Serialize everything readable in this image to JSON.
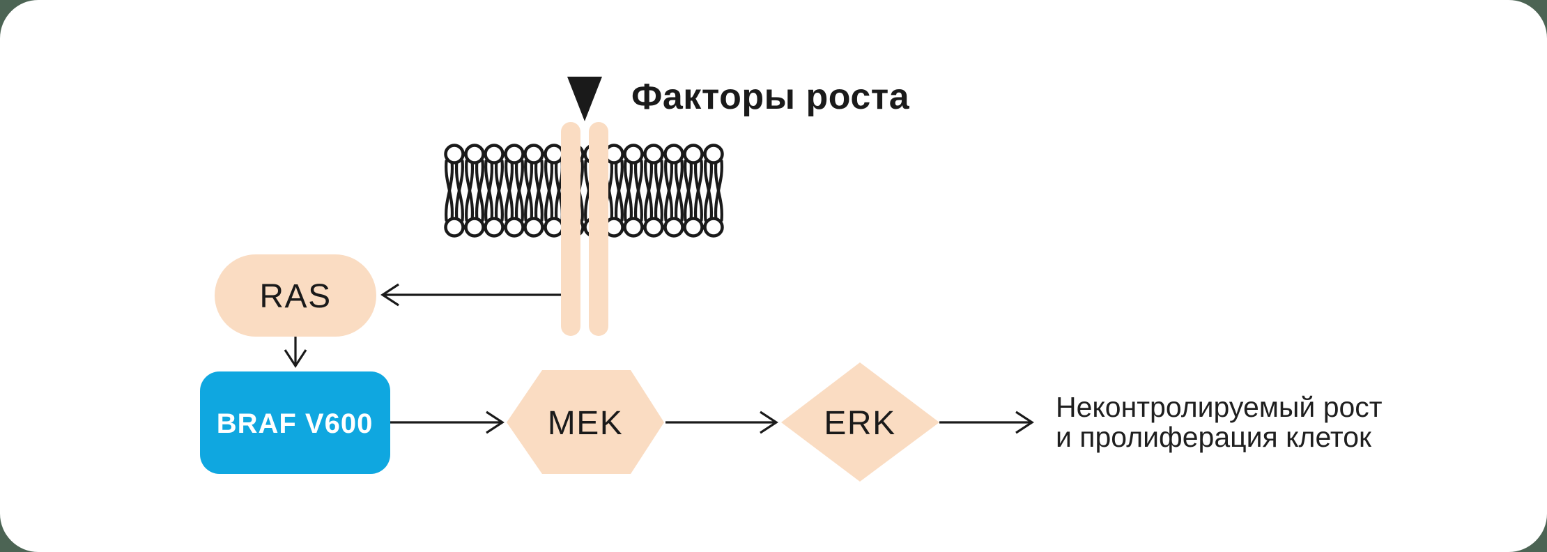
{
  "canvas": {
    "background_color": "#4C6454",
    "card_color": "#ffffff"
  },
  "colors": {
    "peach": "#FADCC2",
    "blue": "#0FA7E0",
    "ink": "#1a1a1a"
  },
  "icons": {
    "growth_factors_marker": "filled-triangle-down-icon",
    "membrane": "lipid-bilayer-graphic",
    "receptor": "transmembrane-receptor-bars"
  },
  "header": {
    "growth_factors_label": "Факторы роста"
  },
  "pathway": {
    "nodes": [
      {
        "id": "ras",
        "label": "RAS",
        "shape": "pill"
      },
      {
        "id": "braf",
        "label": "BRAF V600",
        "shape": "rounded-rect",
        "highlighted": true
      },
      {
        "id": "mek",
        "label": "MEK",
        "shape": "hexagon"
      },
      {
        "id": "erk",
        "label": "ERK",
        "shape": "diamond"
      }
    ],
    "edges": [
      {
        "from": "receptor",
        "to": "ras"
      },
      {
        "from": "ras",
        "to": "braf"
      },
      {
        "from": "braf",
        "to": "mek"
      },
      {
        "from": "mek",
        "to": "erk"
      },
      {
        "from": "erk",
        "to": "outcome"
      }
    ],
    "outcome": {
      "line1": "Неконтролируемый рост",
      "line2": "и пролиферация клеток"
    }
  }
}
